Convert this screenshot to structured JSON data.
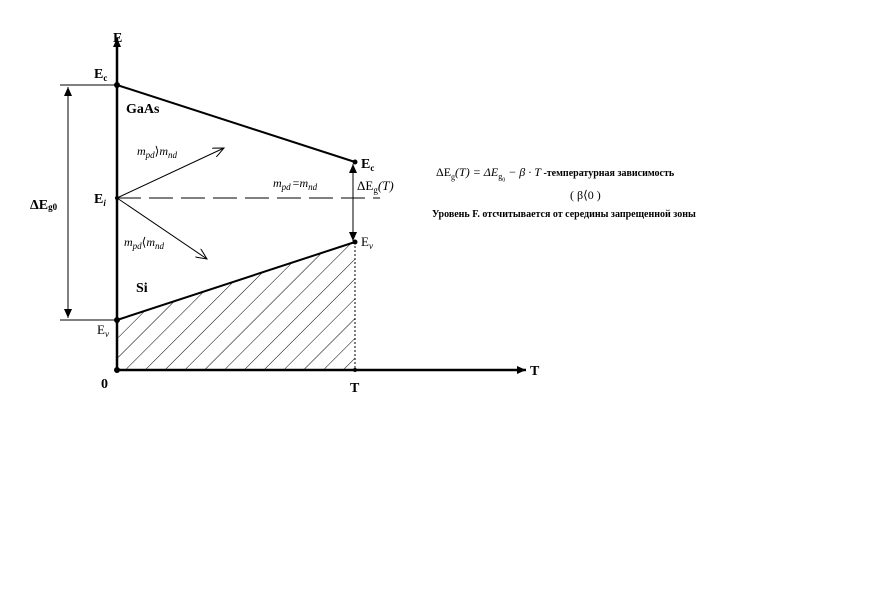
{
  "axes": {
    "y_label": "E",
    "x_label": "T",
    "origin_label": "0",
    "t_tick_label": "T"
  },
  "levels": {
    "ec_left": "E",
    "ec_left_sub": "c",
    "ec_right": "E",
    "ec_right_sub": "c",
    "ei": "E",
    "ei_sub": "i",
    "ev_left": "E",
    "ev_left_sub": "v",
    "ev_right": "E",
    "ev_right_sub": "v",
    "gap0": "ΔE",
    "gap0_sub": "g0",
    "gapT": "ΔE",
    "gapT_sub": "g",
    "gapT_arg": "(T)"
  },
  "materials": {
    "top": "GaAs",
    "bottom": "Si"
  },
  "mass_labels": {
    "gt": {
      "m1": "m",
      "s1": "pd",
      "op": "⟩",
      "m2": "m",
      "s2": "nd"
    },
    "eq": {
      "m1": "m",
      "s1": "pd",
      "op": "=",
      "m2": "m",
      "s2": "nd"
    },
    "lt": {
      "m1": "m",
      "s1": "pd",
      "op": "⟨",
      "m2": "m",
      "s2": "nd"
    }
  },
  "notes": {
    "formula_lhs": "ΔE",
    "formula_lhs_sub": "g",
    "formula_lhs_arg": "(T) = ΔE",
    "formula_rhs_sub": "g",
    "formula_rhs_sub2": "0",
    "formula_rhs": " − β · T",
    "formula_desc": " -температурная зависимость",
    "beta_cond": "( β⟨0 )",
    "fermi_note": "Уровень F. отсчитывается от середины запрещенной зоны"
  }
}
